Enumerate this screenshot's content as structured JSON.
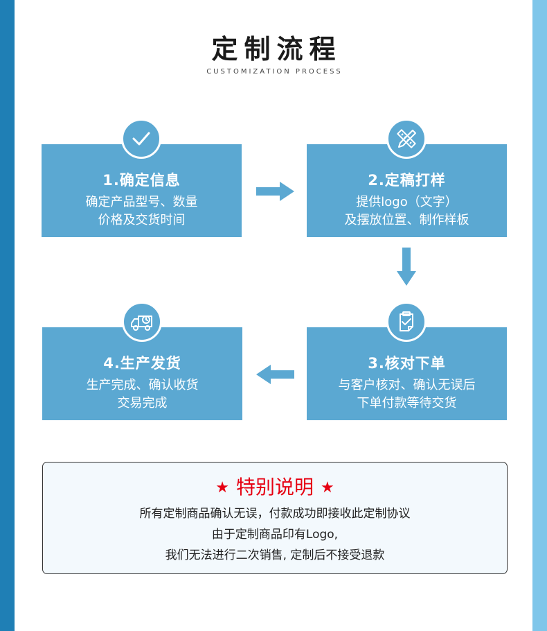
{
  "header": {
    "title": "定制流程",
    "subtitle": "CUSTOMIZATION PROCESS"
  },
  "steps": [
    {
      "title": "1.确定信息",
      "lines": [
        "确定产品型号、数量",
        "价格及交货时间"
      ],
      "icon": "check-icon"
    },
    {
      "title": "2.定稿打样",
      "lines": [
        "提供logo（文字）",
        "及摆放位置、制作样板"
      ],
      "icon": "pencil-ruler-icon"
    },
    {
      "title": "3.核对下单",
      "lines": [
        "与客户核对、确认无误后",
        "下单付款等待交货"
      ],
      "icon": "clipboard-check-icon"
    },
    {
      "title": "4.生产发货",
      "lines": [
        "生产完成、确认收货",
        "交易完成"
      ],
      "icon": "delivery-truck-icon"
    }
  ],
  "note": {
    "star": "★",
    "heading": "特别说明",
    "lines": [
      "所有定制商品确认无误，付款成功即接收此定制协议",
      "由于定制商品印有Logo,",
      "我们无法进行二次销售, 定制后不接受退款"
    ]
  },
  "colors": {
    "box": "#5ba8d2",
    "side_left": "#1f7fb5",
    "side_right": "#7fc6ea",
    "note_red": "#e60012",
    "note_bg": "#f3f9fd"
  }
}
